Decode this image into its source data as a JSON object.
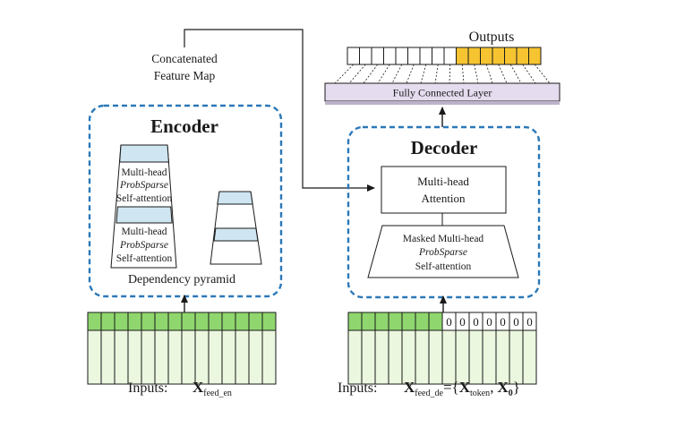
{
  "labels": {
    "concat": [
      "Concatenated",
      "Feature Map"
    ],
    "outputs": "Outputs",
    "fc_layer": "Fully Connected Layer",
    "encoder": "Encoder",
    "decoder": "Decoder",
    "attn_block": [
      "Multi-head",
      "ProbSparse",
      "Self-attention"
    ],
    "pyramid": "Dependency pyramid",
    "dec_attention": [
      "Multi-head",
      "Attention"
    ],
    "masked_attn": [
      "Masked Multi-head",
      "ProbSparse",
      "Self-attention"
    ],
    "inputs_label": "Inputs:",
    "enc_input_symbol": "X",
    "enc_input_sub": "feed_en",
    "dec_input_symbol": "X",
    "dec_input_sub": "feed_de",
    "dec_input_eq": "={",
    "dec_token_symbol": "X",
    "dec_token_sub": "token",
    "dec_comma": ",",
    "dec_zero_symbol": "X",
    "dec_zero_sub": "0",
    "dec_close": "}",
    "zero": "0"
  },
  "colors": {
    "line": "#1a1a1a",
    "dash": "#2b78b8",
    "layer_blue": "#cfe6f2",
    "fc_fill": "#e5dcef",
    "output_yellow": "#f6c431",
    "input_green_top": "#8fd66e",
    "input_green_body": "#ebf7df"
  },
  "counts": {
    "output_cells": 16,
    "output_highlighted": 7,
    "enc_input_cells": 14,
    "dec_input_green": 7,
    "dec_input_zeros": 7
  }
}
